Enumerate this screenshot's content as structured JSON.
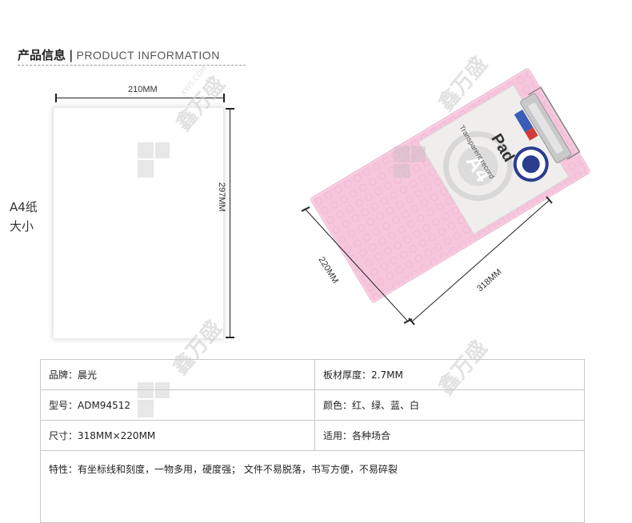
{
  "header": {
    "title_cn": "产品信息",
    "separator": "|",
    "title_en": "PRODUCT INFORMATION"
  },
  "a4_diagram": {
    "width_label": "210MM",
    "height_label": "297MM",
    "size_label_line1": "A4纸",
    "size_label_line2": "大小"
  },
  "product_image": {
    "width_label": "220MM",
    "length_label": "318MM",
    "card_big_text": "A4",
    "card_brand_text": "Pad",
    "card_sub_text": "Transparent record",
    "colors": {
      "board": "#f6c6dc",
      "clip": "#c9c9c9",
      "card": "#efeeec"
    }
  },
  "watermark": {
    "text_cn": "鑫万盛",
    "text_en": "XWS.COM"
  },
  "spec_table": {
    "rows": [
      {
        "left": "品牌：晨光",
        "right": "板材厚度：2.7MM"
      },
      {
        "left": "型号：ADM94512",
        "right": "颜色：红、绿、蓝、白"
      },
      {
        "left": "尺寸：318MM×220MM",
        "right": "适用：各种场合"
      }
    ],
    "features": "特性：有坐标线和刻度，一物多用，硬度强；  文件不易脱落，书写方便，不易碎裂"
  }
}
